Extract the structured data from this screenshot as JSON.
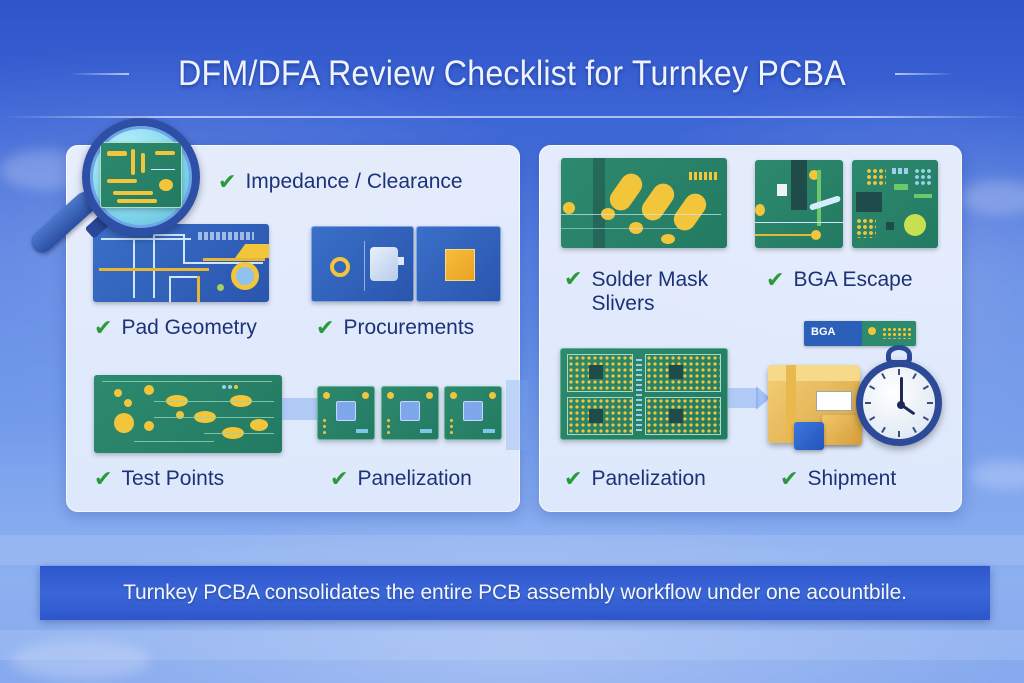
{
  "header": {
    "title": "DFM/DFA Review Checklist for Turnkey PCBA"
  },
  "colors": {
    "background_top": "#2f54c9",
    "background_bottom": "#86a9ee",
    "panel": "#eef3ff",
    "label_text": "#1d3278",
    "check": "#2a9a3a",
    "pcb_green": "#2d8a6e",
    "pcb_blue": "#2a55ad",
    "pad_gold": "#f2c53a",
    "banner": "#3a66d8"
  },
  "left_panel": {
    "items": [
      {
        "label": "Impedance / Clearance",
        "icon": "magnifier-over-pcb-icon",
        "checked": true
      },
      {
        "label": "Pad Geometry",
        "icon": "pcb-traces-icon",
        "checked": true
      },
      {
        "label": "Procurements",
        "icon": "components-icon",
        "checked": true
      },
      {
        "label": "Test Points",
        "icon": "test-point-pcb-icon",
        "checked": true
      },
      {
        "label": "Panelization",
        "icon": "three-boards-icon",
        "checked": true
      }
    ]
  },
  "right_panel": {
    "items": [
      {
        "label": "Solder Mask",
        "label_line2": "Slivers",
        "icon": "solder-mask-pcb-icon",
        "checked": true
      },
      {
        "label": "BGA Escape",
        "icon": "bga-routing-icon",
        "checked": true
      },
      {
        "label": "Panelization",
        "icon": "panel-array-icon",
        "checked": true
      },
      {
        "label": "Shipment",
        "icon": "box-stopwatch-icon",
        "checked": true
      }
    ],
    "bga_tag": "BGA"
  },
  "check_glyph": "✔",
  "footer": {
    "text": "Turnkey PCBA consolidates the entire PCB assembly workflow under one acountbile."
  }
}
